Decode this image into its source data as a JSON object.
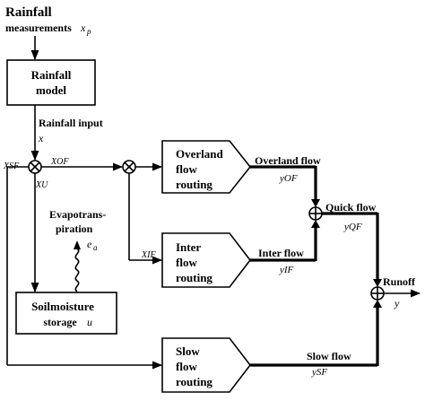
{
  "rainfall": {
    "line1": "Rainfall",
    "line2": "measurements",
    "var": "x",
    "sub": "p"
  },
  "rainfall_model": {
    "line1": "Rainfall",
    "line2": "model"
  },
  "rainfall_input": {
    "label": "Rainfall input",
    "var": "x"
  },
  "split": {
    "xsf": "XSF",
    "xof": "XOF",
    "xu": "XU",
    "xof2": "XOF",
    "xif": "XIF"
  },
  "evapo": {
    "line1": "Evapotrans-",
    "line2": "piration",
    "var": "e",
    "sub": "a"
  },
  "soil": {
    "line1": "Soilmoisture",
    "line2": "storage",
    "var": "u"
  },
  "overland_box": {
    "line1": "Overland",
    "line2": "flow",
    "line3": "routing"
  },
  "inter_box": {
    "line1": "Inter",
    "line2": "flow",
    "line3": "routing"
  },
  "slow_box": {
    "line1": "Slow",
    "line2": "flow",
    "line3": "routing"
  },
  "overland_flow": {
    "label": "Overland flow",
    "var": "yOF"
  },
  "inter_flow": {
    "label": "Inter flow",
    "var": "yIF"
  },
  "slow_flow": {
    "label": "Slow flow",
    "var": "ySF"
  },
  "quick_flow": {
    "label": "Quick flow",
    "var": "yQF"
  },
  "runoff": {
    "label": "Runoff",
    "var": "y"
  }
}
